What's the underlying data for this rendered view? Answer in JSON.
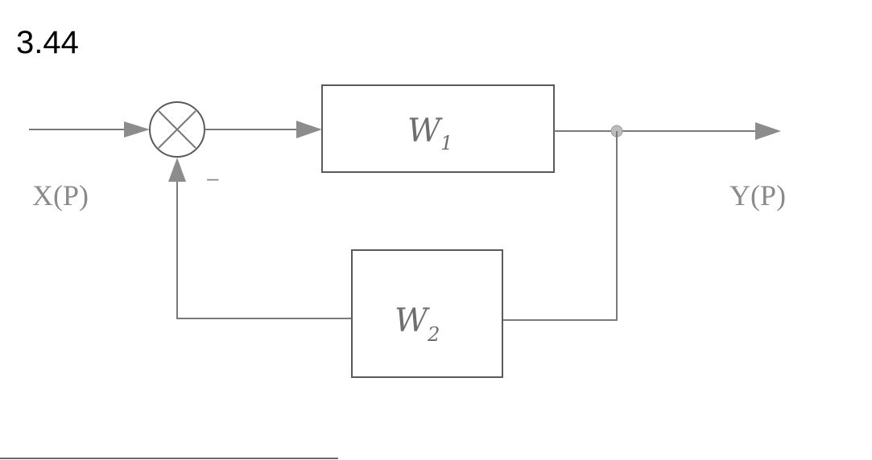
{
  "problem_number": "3.44",
  "input_label": "X(P)",
  "output_label": "Y(P)",
  "summing_junction": {
    "feedback_sign": "–"
  },
  "blocks": {
    "forward": {
      "symbol": "W",
      "index": "1"
    },
    "feedback": {
      "symbol": "W",
      "index": "2"
    }
  },
  "colors": {
    "wire": "#7a7a7a",
    "box_border": "#5a5a5a",
    "arrow": "#8c8c8c",
    "text_gray": "#8a8a8a"
  }
}
